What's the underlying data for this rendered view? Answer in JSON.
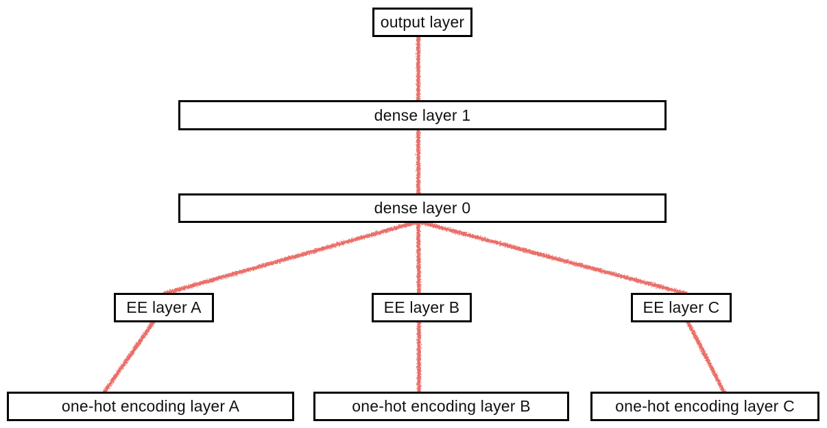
{
  "diagram": {
    "type": "neural-network-architecture",
    "background_color": "#ffffff",
    "edge_color": "#e8635c",
    "box_border_color": "#000000",
    "text_color": "#111111",
    "nodes": {
      "output": {
        "label": "output layer"
      },
      "dense1": {
        "label": "dense layer 1"
      },
      "dense0": {
        "label": "dense layer 0"
      },
      "ee_a": {
        "label": "EE layer A"
      },
      "ee_b": {
        "label": "EE layer B"
      },
      "ee_c": {
        "label": "EE layer C"
      },
      "onehot_a": {
        "label": "one-hot encoding layer A"
      },
      "onehot_b": {
        "label": "one-hot encoding layer B"
      },
      "onehot_c": {
        "label": "one-hot encoding layer C"
      }
    },
    "edges": [
      {
        "from": "output layer",
        "to": "dense layer 1"
      },
      {
        "from": "dense layer 1",
        "to": "dense layer 0"
      },
      {
        "from": "dense layer 0",
        "to": "EE layer A"
      },
      {
        "from": "dense layer 0",
        "to": "EE layer B"
      },
      {
        "from": "dense layer 0",
        "to": "EE layer C"
      },
      {
        "from": "EE layer A",
        "to": "one-hot encoding layer A"
      },
      {
        "from": "EE layer B",
        "to": "one-hot encoding layer B"
      },
      {
        "from": "EE layer C",
        "to": "one-hot encoding layer C"
      }
    ]
  }
}
